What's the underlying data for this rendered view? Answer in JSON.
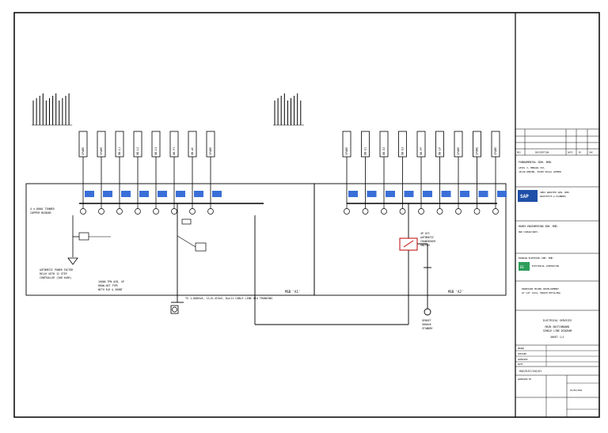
{
  "left_panel": {
    "label": "MSB 'A1'",
    "busbar_note": [
      "4 x 800A TINNED",
      "COPPER BUSBAR"
    ],
    "pfc_note": [
      "AUTOMATIC POWER FACTOR",
      "RELAY WITH 12 STEP",
      "CONTROLLER (300 kVAR)"
    ],
    "incomer_note": [
      "1600A TPN ACB, 4P",
      "DRAW-OUT TYPE",
      "WITH ELR & SHUNT"
    ],
    "cable_note": "TX 1,600kVA, 11/0.415kV, Dyn11 CABLE LINK VIA TRUNKING",
    "feeders": [
      "SPARE",
      "SPARE",
      "DB-L1",
      "DB-L2",
      "DB-L3",
      "DB-P1",
      "DB-AC",
      "SPARE"
    ]
  },
  "right_panel": {
    "label": "MSB 'A2'",
    "ats_note": [
      "4P ATS",
      "AUTOMATIC",
      "CHANGEOVER",
      "SWITCH"
    ],
    "genset_note": [
      "GENSET",
      "500kVA",
      "STANDBY"
    ],
    "feeders": [
      "SPARE",
      "DB-E1",
      "DB-E2",
      "DB-E3",
      "DB-FP",
      "DB-LF",
      "SPARE",
      "SPARE",
      "SPARE"
    ]
  },
  "title_block": {
    "revisions_header": [
      "REV",
      "DESCRIPTION",
      "DATE",
      "BY",
      "CHK"
    ],
    "client": [
      "FUNDAMENTAL SDN. BHD.",
      "LEVEL 3, MENARA XYZ,",
      "JALAN AMPANG, 50450 KUALA LUMPUR"
    ],
    "architect": [
      "SERI ARKITEK SDN. BHD.",
      "ARCHITECTS & PLANNERS"
    ],
    "me_consultant": [
      "HARDY ENGINEERING SDN. BHD.",
      "M&E CONSULTANTS"
    ],
    "contractor": [
      "EDARAN ELEKTRIK SDN. BHD.",
      "ELECTRICAL CONTRACTOR"
    ],
    "project": [
      "PROPOSED MIXED DEVELOPMENT",
      "AT LOT 1234, MUKIM PETALING"
    ],
    "drawing_title": [
      "ELECTRICAL SERVICES",
      "MAIN SWITCHBOARD",
      "SINGLE LINE DIAGRAM",
      "SHEET 1/1"
    ],
    "info_rows": [
      "DRAWN",
      "CHECKED",
      "APPROVED",
      "DATE"
    ],
    "drawing_no": "HAE/ELEC/SLD/01",
    "approved_label": "APPROVED BY",
    "date_value": "01/06/2021"
  }
}
